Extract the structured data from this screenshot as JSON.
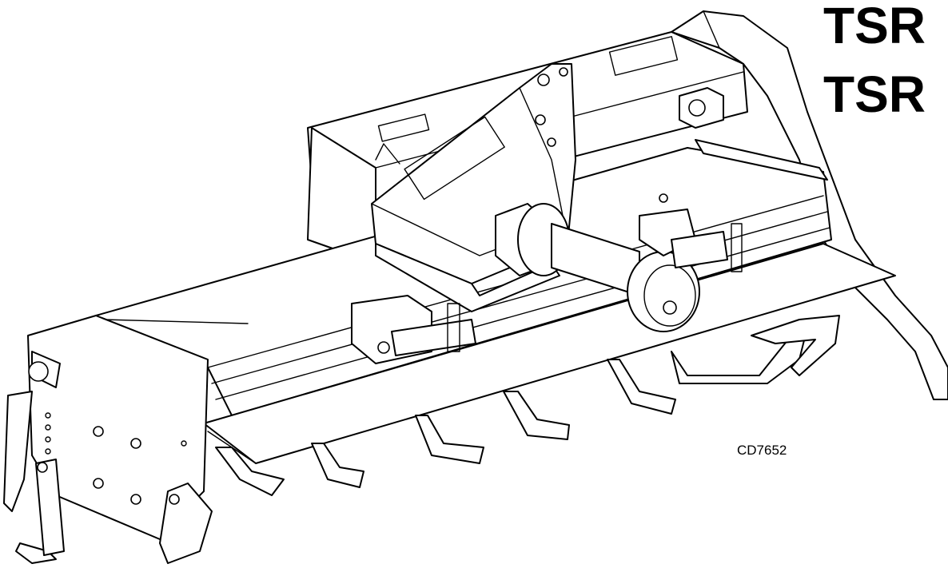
{
  "title_lines": [
    "TSR",
    "TSR"
  ],
  "figure_id": "CD7652"
}
